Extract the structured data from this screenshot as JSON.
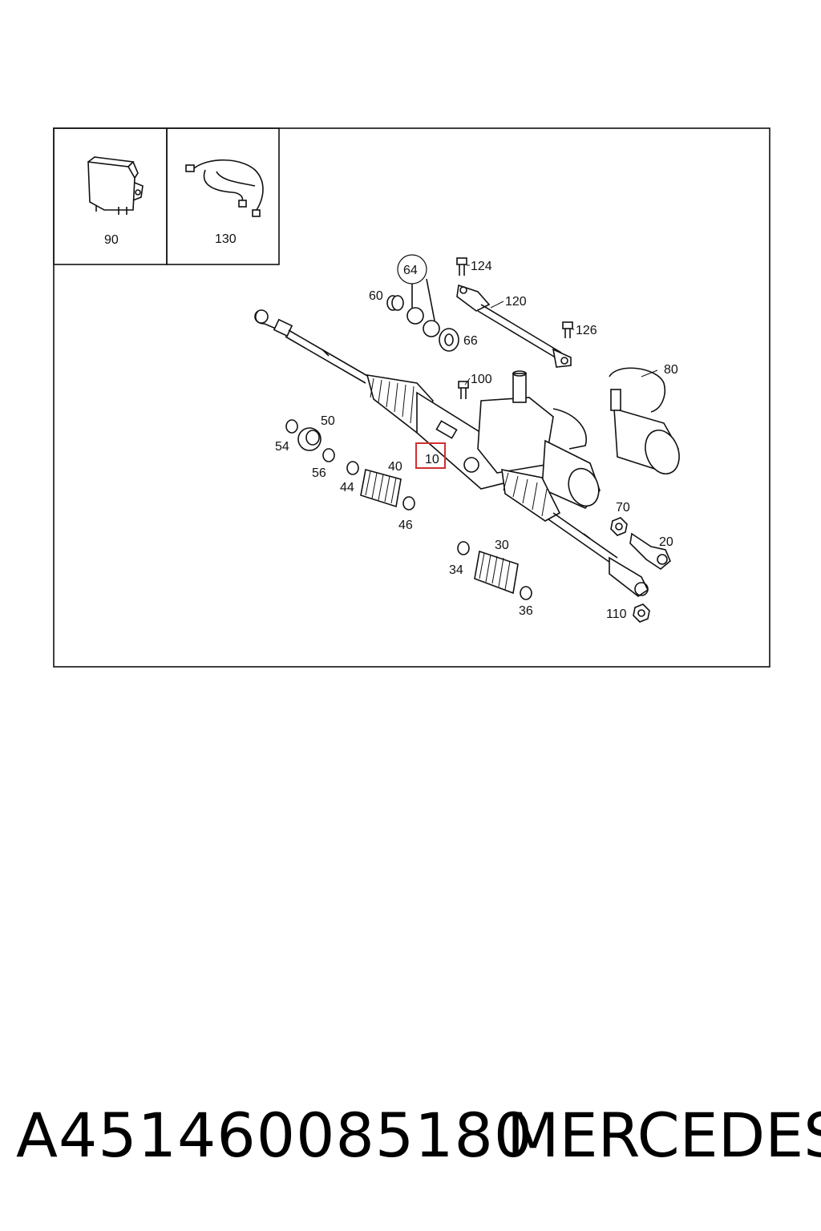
{
  "diagram": {
    "highlight_color": "#d03030",
    "highlighted_part": "10",
    "inset_parts": [
      {
        "id": "inset-90",
        "label": "90",
        "icon": "control-unit-icon"
      },
      {
        "id": "inset-130",
        "label": "130",
        "icon": "wiring-harness-icon"
      }
    ],
    "part_labels": {
      "p10": "10",
      "p20": "20",
      "p30": "30",
      "p34": "34",
      "p36": "36",
      "p40": "40",
      "p44": "44",
      "p46": "46",
      "p50": "50",
      "p54": "54",
      "p56": "56",
      "p60": "60",
      "p64": "64",
      "p66": "66",
      "p70": "70",
      "p80": "80",
      "p100": "100",
      "p110": "110",
      "p120": "120",
      "p124": "124",
      "p126": "126"
    }
  },
  "footer": {
    "part_number": "A451460085180",
    "brand": "MERCEDES"
  }
}
